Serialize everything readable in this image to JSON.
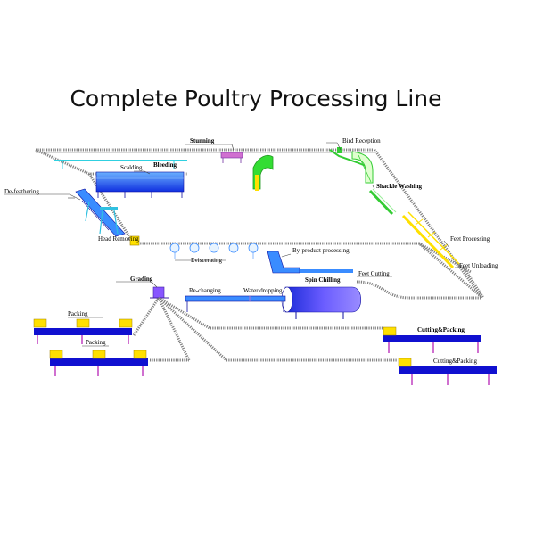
{
  "title": "Complete Poultry Processing Line",
  "labels": {
    "stunning": "Stunning",
    "bird_reception": "Bird Reception",
    "scalding": "Scalding",
    "bleeding": "Bleeding",
    "de_feathering": "De-feathering",
    "shackle_washing": "Shackle Washing",
    "head_removing": "Head Removing",
    "feet_processing": "Feet Processing",
    "by_product": "By-product processing",
    "eviscerating": "Eviscerating",
    "feet_unloading": "Feet Unloading",
    "feet_cutting": "Feet Cutting",
    "grading": "Grading",
    "spin_chilling": "Spin Chilling",
    "re_changing": "Re-changing",
    "water_dropping": "Water dropping",
    "packing_1": "Packing",
    "packing_2": "Packing",
    "cutting_packing_1": "Cutting&Packing",
    "cutting_packing_2": "Cutting&Packing"
  },
  "colors": {
    "conveyor": "#1010d0",
    "conveyor_light": "#3a8cff",
    "tray": "#ffe000",
    "legs": "#d070d0",
    "chain": "#808080",
    "scald_tank": "#2a5cff",
    "green": "#33cc33"
  }
}
